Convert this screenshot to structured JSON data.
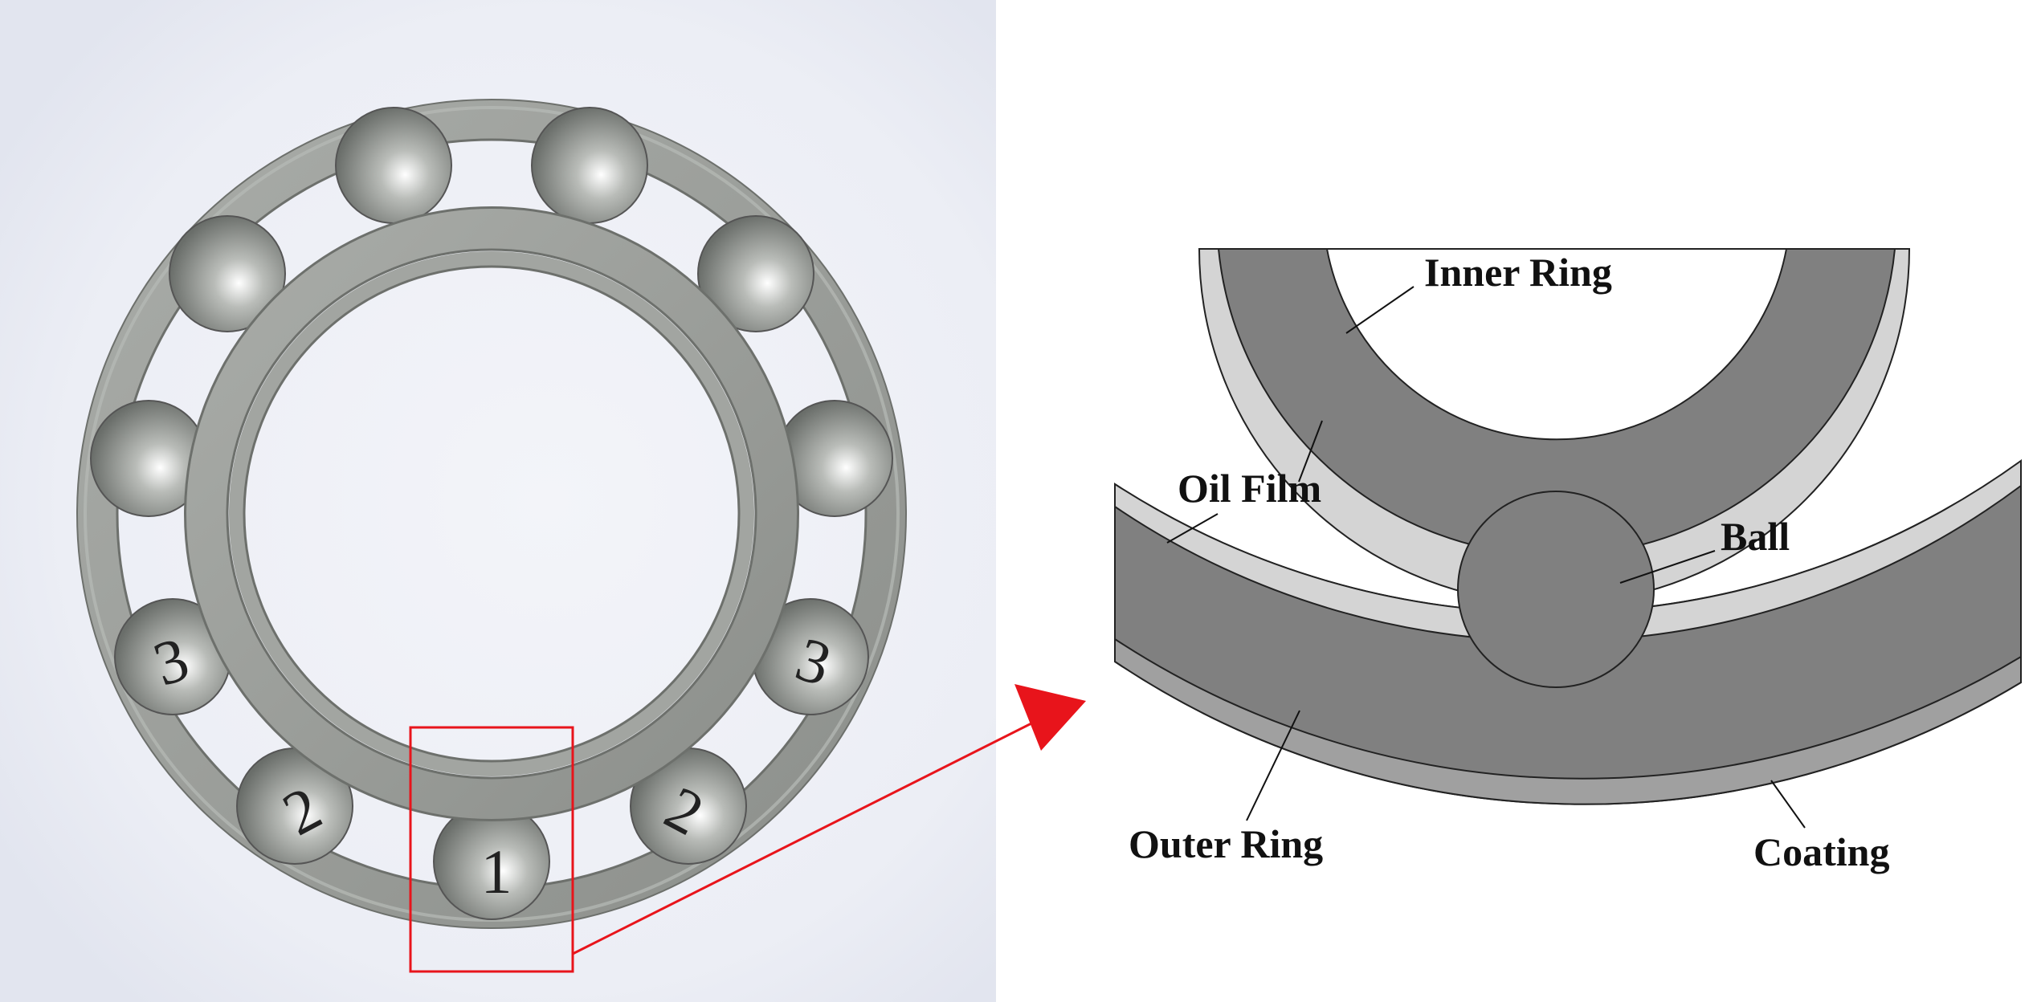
{
  "bearing_view": {
    "ball_numbers": [
      "1",
      "2",
      "2",
      "3",
      "3"
    ]
  },
  "detail_view": {
    "labels": {
      "inner_ring": "Inner Ring",
      "oil_film": "Oil Film",
      "ball": "Ball",
      "outer_ring": "Outer Ring",
      "coating": "Coating"
    }
  },
  "colors": {
    "ring_steel": "#9ea19d",
    "ball_steel": "#8e928e",
    "section_fill": "#808080",
    "film_fill": "#d4d4d4",
    "coating_fill": "#a0a0a0",
    "highlight_box": "#e8141b",
    "background_gradient_edge": "#e6e9f2"
  }
}
